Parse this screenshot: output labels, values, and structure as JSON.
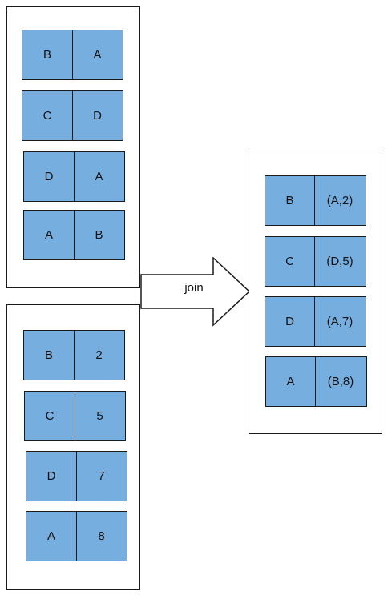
{
  "colors": {
    "cell_fill": "#77aee0",
    "border": "#1a1a1a",
    "background": "#ffffff"
  },
  "left_top_table": {
    "rows": [
      {
        "key": "B",
        "value": "A"
      },
      {
        "key": "C",
        "value": "D"
      },
      {
        "key": "D",
        "value": "A"
      },
      {
        "key": "A",
        "value": "B"
      }
    ]
  },
  "left_bottom_table": {
    "rows": [
      {
        "key": "B",
        "value": "2"
      },
      {
        "key": "C",
        "value": "5"
      },
      {
        "key": "D",
        "value": "7"
      },
      {
        "key": "A",
        "value": "8"
      }
    ]
  },
  "arrow": {
    "label": "join",
    "icon": "right-arrow-icon"
  },
  "result_table": {
    "rows": [
      {
        "key": "B",
        "value": "(A,2)"
      },
      {
        "key": "C",
        "value": "(D,5)"
      },
      {
        "key": "D",
        "value": "(A,7)"
      },
      {
        "key": "A",
        "value": "(B,8)"
      }
    ]
  }
}
